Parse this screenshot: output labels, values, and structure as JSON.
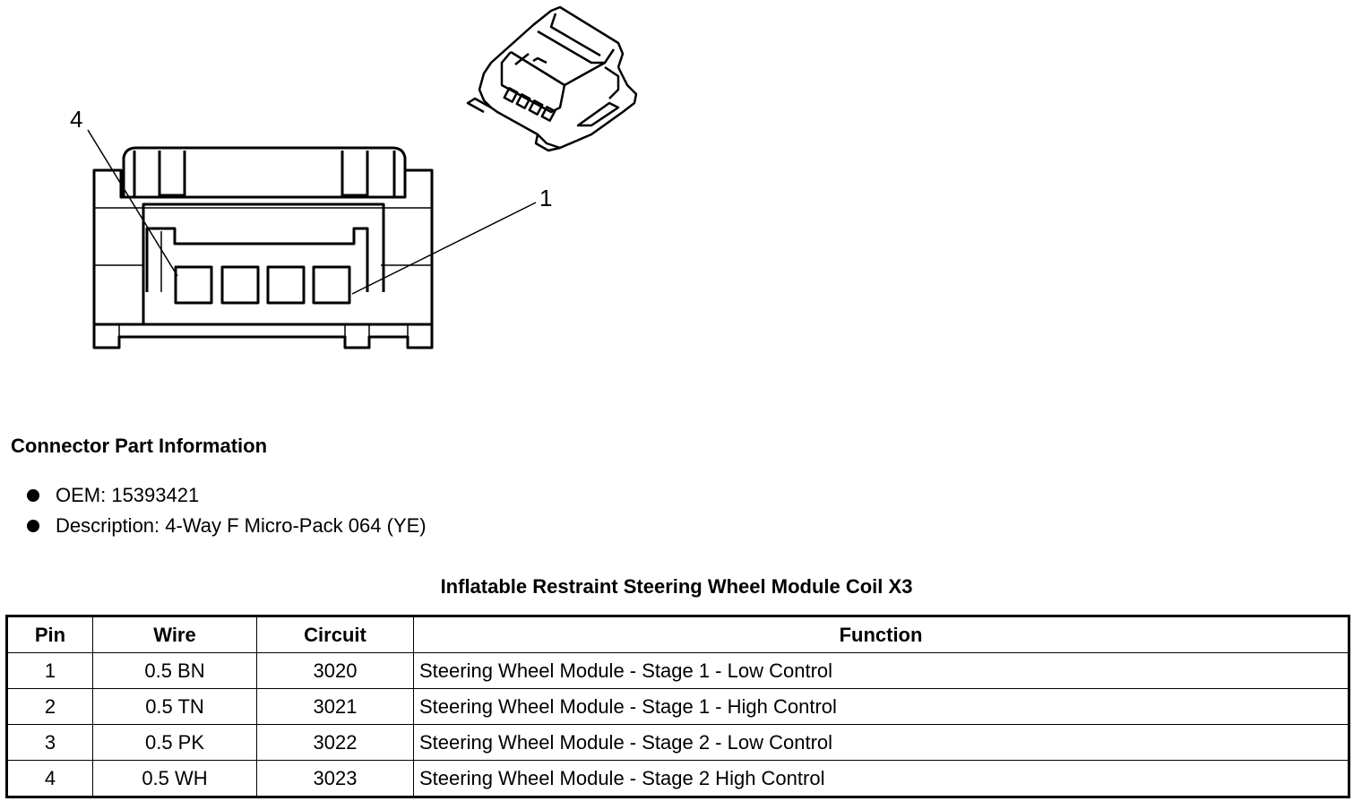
{
  "drawing": {
    "callout_left": "4",
    "callout_right": "1"
  },
  "info": {
    "title": "Connector Part Information",
    "items": [
      "OEM: 15393421",
      "Description: 4-Way F Micro-Pack 064 (YE)"
    ]
  },
  "table": {
    "title": "Inflatable Restraint Steering Wheel Module Coil X3",
    "headers": {
      "pin": "Pin",
      "wire": "Wire",
      "circuit": "Circuit",
      "function": "Function"
    },
    "rows": [
      {
        "pin": "1",
        "wire": "0.5 BN",
        "circuit": "3020",
        "function": "Steering Wheel Module - Stage 1 - Low Control"
      },
      {
        "pin": "2",
        "wire": "0.5 TN",
        "circuit": "3021",
        "function": "Steering Wheel Module - Stage 1 - High Control"
      },
      {
        "pin": "3",
        "wire": "0.5 PK",
        "circuit": "3022",
        "function": "Steering Wheel Module - Stage 2 - Low Control"
      },
      {
        "pin": "4",
        "wire": "0.5 WH",
        "circuit": "3023",
        "function": "Steering Wheel Module - Stage 2 High Control"
      }
    ]
  }
}
